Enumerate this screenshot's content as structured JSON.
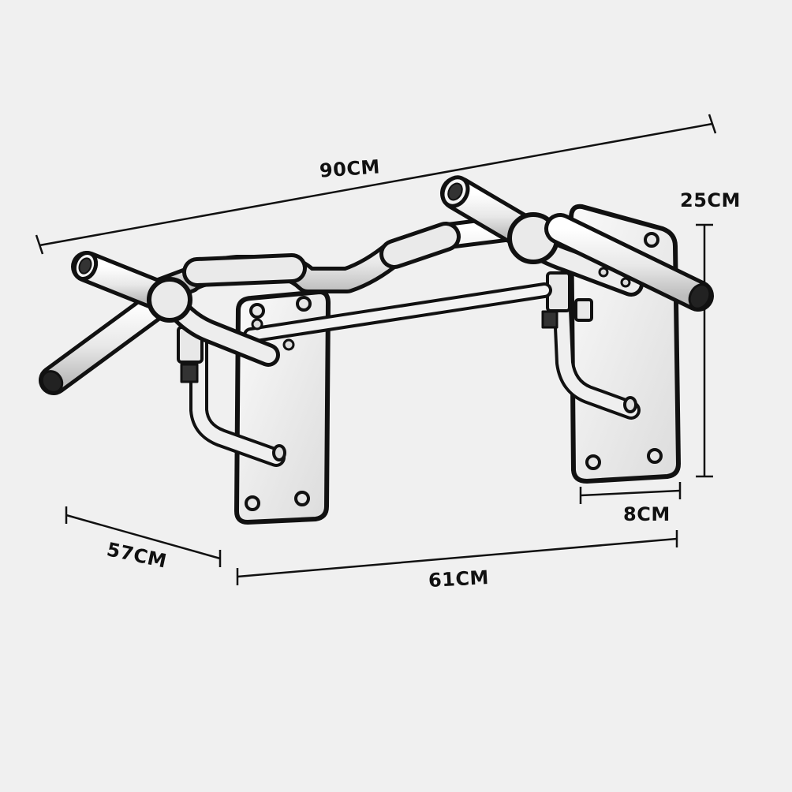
{
  "dimensions": {
    "overall_width": "90CM",
    "height": "25CM",
    "bracket_width": "8CM",
    "depth": "57CM",
    "mount_width": "61CM"
  },
  "colors": {
    "background": "#f0f0f0",
    "ink": "#111111",
    "metal_fill": "#f6f6f6",
    "metal_shade": "#d2d2d2"
  }
}
